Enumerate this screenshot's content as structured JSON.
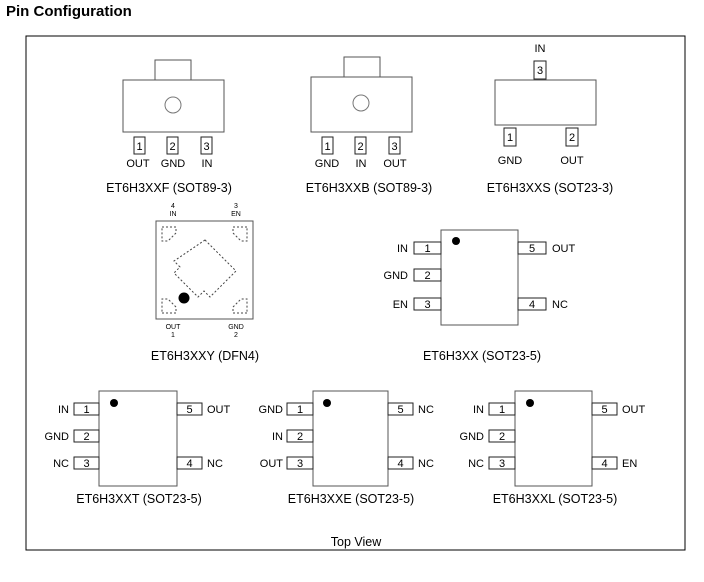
{
  "header": {
    "title": "Pin Configuration"
  },
  "footer": {
    "label": "Top View"
  },
  "packages": {
    "sot89f": {
      "caption": "ET6H3XXF (SOT89-3)",
      "pins": [
        {
          "num": "1",
          "name": "OUT"
        },
        {
          "num": "2",
          "name": "GND"
        },
        {
          "num": "3",
          "name": "IN"
        }
      ]
    },
    "sot89b": {
      "caption": "ET6H3XXB (SOT89-3)",
      "pins": [
        {
          "num": "1",
          "name": "GND"
        },
        {
          "num": "2",
          "name": "IN"
        },
        {
          "num": "3",
          "name": "OUT"
        }
      ]
    },
    "sot233": {
      "caption": "ET6H3XXS (SOT23-3)",
      "pins": [
        {
          "num": "1",
          "name": "GND"
        },
        {
          "num": "2",
          "name": "OUT"
        },
        {
          "num": "3",
          "name": "IN"
        }
      ]
    },
    "dfn4": {
      "caption": "ET6H3XXY (DFN4)",
      "pins": [
        {
          "num": "1",
          "name": "OUT"
        },
        {
          "num": "2",
          "name": "GND"
        },
        {
          "num": "3",
          "name": "EN"
        },
        {
          "num": "4",
          "name": "IN"
        }
      ]
    },
    "sot235": {
      "caption": "ET6H3XX (SOT23-5)",
      "pins": [
        {
          "num": "1",
          "name": "IN"
        },
        {
          "num": "2",
          "name": "GND"
        },
        {
          "num": "3",
          "name": "EN"
        },
        {
          "num": "4",
          "name": "NC"
        },
        {
          "num": "5",
          "name": "OUT"
        }
      ]
    },
    "sot235t": {
      "caption": "ET6H3XXT (SOT23-5)",
      "pins": [
        {
          "num": "1",
          "name": "IN"
        },
        {
          "num": "2",
          "name": "GND"
        },
        {
          "num": "3",
          "name": "NC"
        },
        {
          "num": "4",
          "name": "NC"
        },
        {
          "num": "5",
          "name": "OUT"
        }
      ]
    },
    "sot235e": {
      "caption": "ET6H3XXE (SOT23-5)",
      "pins": [
        {
          "num": "1",
          "name": "GND"
        },
        {
          "num": "2",
          "name": "IN"
        },
        {
          "num": "3",
          "name": "OUT"
        },
        {
          "num": "4",
          "name": "NC"
        },
        {
          "num": "5",
          "name": "NC"
        }
      ]
    },
    "sot235l": {
      "caption": "ET6H3XXL (SOT23-5)",
      "pins": [
        {
          "num": "1",
          "name": "IN"
        },
        {
          "num": "2",
          "name": "GND"
        },
        {
          "num": "3",
          "name": "NC"
        },
        {
          "num": "4",
          "name": "EN"
        },
        {
          "num": "5",
          "name": "OUT"
        }
      ]
    }
  }
}
